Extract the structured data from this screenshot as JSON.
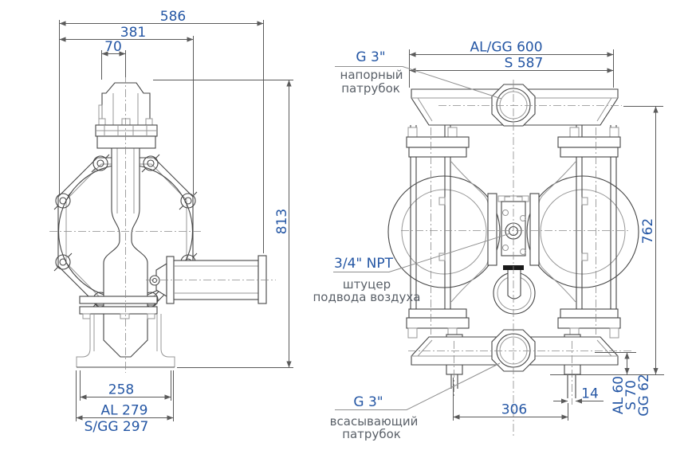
{
  "title": "Diaphragm pump dimensional drawing",
  "left_view": {
    "dim_overall_width": "586",
    "dim_flange_width": "381",
    "dim_cap_width": "70",
    "dim_overall_height": "813",
    "dim_base_width": "258",
    "dim_base_width_al": "AL 279",
    "dim_base_width_sgg": "S/GG 297"
  },
  "right_view": {
    "dim_width_algg": "AL/GG 600",
    "dim_width_s": "S 587",
    "dim_overall_height": "762",
    "dim_feet_span": "306",
    "dim_foot_slot": "14",
    "dim_foot_height_al": "AL 60",
    "dim_foot_height_s": "S 70",
    "dim_foot_height_gg": "GG 62",
    "discharge_port": {
      "size": "G 3\"",
      "line1": "напорный",
      "line2": "патрубок"
    },
    "air_inlet": {
      "size": "3/4\" NPT",
      "line1": "штуцер",
      "line2": "подвода воздуха"
    },
    "suction_port": {
      "size": "G 3\"",
      "line1": "всасывающий",
      "line2": "патрубок"
    }
  },
  "colors": {
    "dimension_text": "#2456a4",
    "label_text": "#5a6068",
    "drawing_line": "#454545",
    "background": "#ffffff"
  }
}
